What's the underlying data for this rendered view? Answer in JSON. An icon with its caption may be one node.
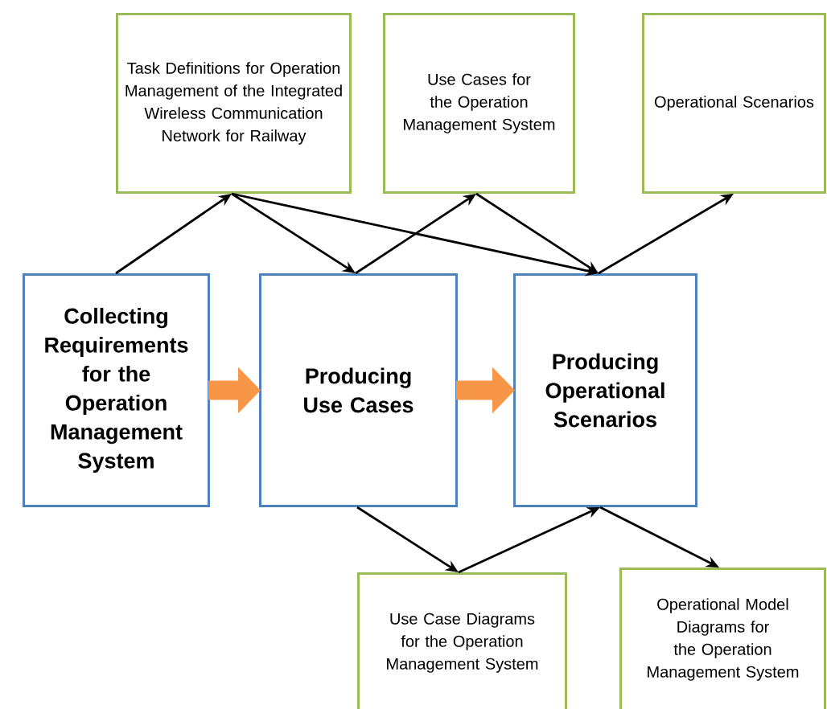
{
  "diagram": {
    "nodes": [
      {
        "text": [
          "Task Definitions for Operation Management of the Integrated Wireless Communication Network for Railway"
        ]
      },
      {
        "text": [
          "Use Cases for the Operation Management System"
        ]
      },
      {
        "text": [
          "Operational Scenarios"
        ]
      },
      {
        "text": [
          "Collecting Requirements for the Operation Management System"
        ]
      },
      {
        "text": [
          "Producing Use Cases"
        ]
      },
      {
        "text": [
          "Producing Operational Scenarios"
        ]
      },
      {
        "text": [
          "Use Case Diagrams for the Operation Management System"
        ]
      },
      {
        "text": [
          "Operational Model Diagrams for the Operation Management System"
        ]
      }
    ],
    "edges": [
      {
        "from": 3,
        "to": 0,
        "arrow": "to"
      },
      {
        "from": 0,
        "to": 4,
        "arrow": "to"
      },
      {
        "from": 0,
        "to": 5,
        "arrow": "to"
      },
      {
        "from": 4,
        "to": 1,
        "arrow": "to"
      },
      {
        "from": 1,
        "to": 5,
        "arrow": "to"
      },
      {
        "from": 5,
        "to": 2,
        "arrow": "to"
      },
      {
        "from": 3,
        "to": 4,
        "arrow": "to",
        "style": "thick",
        "color": "#f79646"
      },
      {
        "from": 4,
        "to": 5,
        "arrow": "to",
        "style": "thick",
        "color": "#f79646"
      },
      {
        "from": 4,
        "to": 6,
        "arrow": "to"
      },
      {
        "from": 6,
        "to": 5,
        "arrow": "to"
      },
      {
        "from": 5,
        "to": 7,
        "arrow": "to"
      }
    ]
  }
}
